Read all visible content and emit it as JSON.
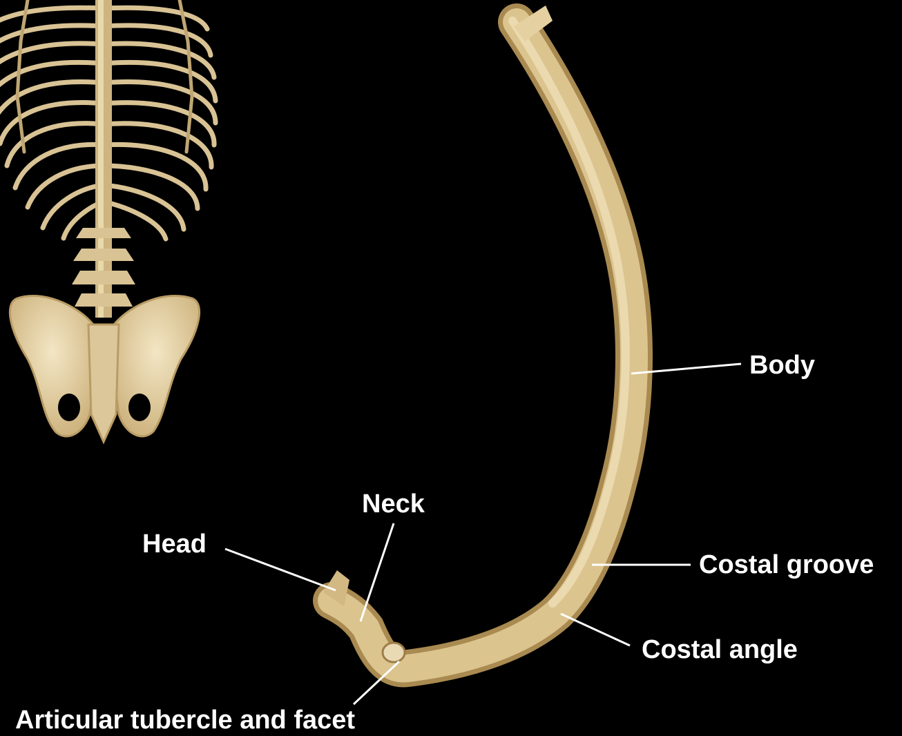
{
  "colors": {
    "background": "#000000",
    "label_text": "#ffffff",
    "leader_line": "#ffffff",
    "bone_light": "#e8d6a8",
    "bone_mid": "#d4bb84",
    "bone_shadow": "#a9894f"
  },
  "labels": {
    "body": "Body",
    "neck": "Neck",
    "head": "Head",
    "costal_groove": "Costal groove",
    "costal_angle": "Costal angle",
    "articular_tubercle": "Articular tubercle and facet"
  }
}
